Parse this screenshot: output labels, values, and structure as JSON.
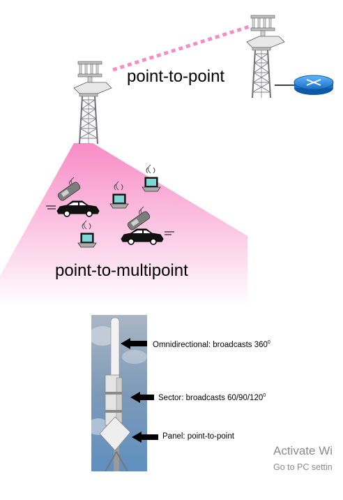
{
  "diagram": {
    "point_to_point_label": "point-to-point",
    "point_to_multipoint_label": "point-to-multipoint",
    "icons": [
      "tower-icon",
      "tower-icon",
      "router-icon",
      "cell-phone-icon",
      "car-icon",
      "laptop-icon"
    ],
    "colors": {
      "link": "#f48cc8",
      "coverage": "#f77fbf",
      "router": "#2d8ce0"
    }
  },
  "antenna_photo": {
    "annotations": {
      "omni_text": "Omnidirectional: broadcasts 360",
      "omni_sup": "0",
      "sector_text": "Sector: broadcasts 60/90/120",
      "sector_sup": "0",
      "panel_text": "Panel: point-to-point"
    }
  },
  "watermark": {
    "line1": "Activate Wi",
    "line2": "Go to PC settin"
  }
}
